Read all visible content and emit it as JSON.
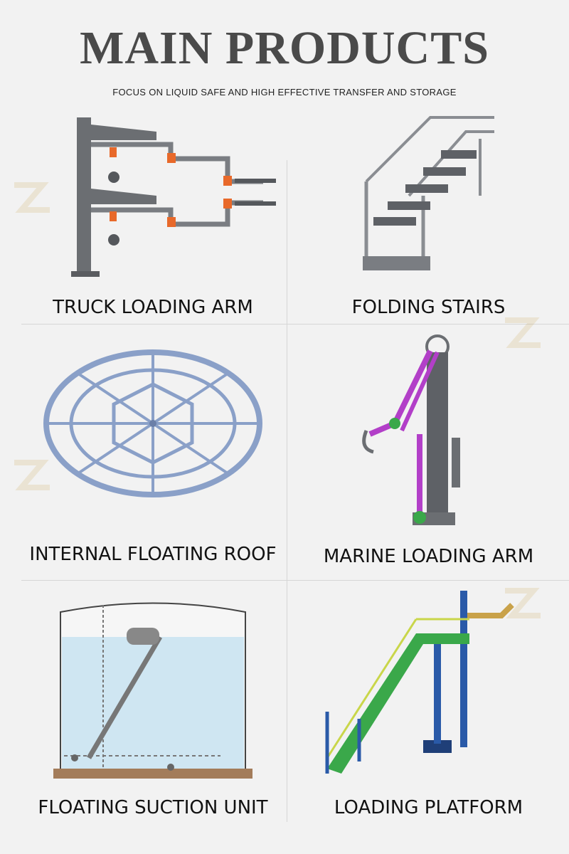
{
  "header": {
    "title": "MAIN PRODUCTS",
    "subtitle": "FOCUS ON LIQUID SAFE AND HIGH EFFECTIVE TRANSFER AND STORAGE"
  },
  "products": [
    {
      "label": "TRUCK LOADING ARM",
      "icon": "truck-loading-arm-icon"
    },
    {
      "label": "FOLDING STAIRS",
      "icon": "folding-stairs-icon"
    },
    {
      "label": "INTERNAL FLOATING ROOF",
      "icon": "internal-floating-roof-icon"
    },
    {
      "label": "MARINE LOADING ARM",
      "icon": "marine-loading-arm-icon"
    },
    {
      "label": "FLOATING SUCTION UNIT",
      "icon": "floating-suction-unit-icon"
    },
    {
      "label": "LOADING PLATFORM",
      "icon": "loading-platform-icon"
    }
  ],
  "colors": {
    "title": "#4a4a4a",
    "steel": "#6b6e72",
    "orange": "#e8692a",
    "purple": "#b23fc8",
    "green": "#3aa84a",
    "blue": "#2a5aa8",
    "water": "#cfe6f2"
  }
}
